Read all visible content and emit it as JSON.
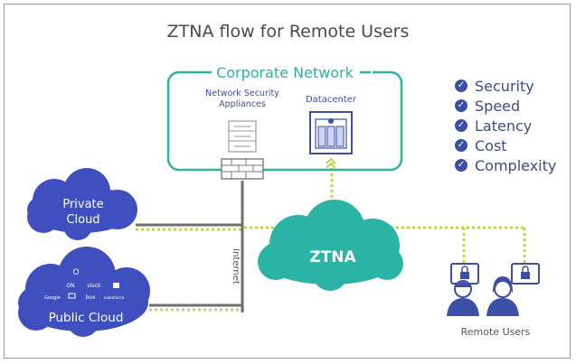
{
  "title": "ZTNA flow for Remote Users",
  "corporate_network": {
    "label": "Corporate Network",
    "nsa_label_line1": "Network Security",
    "nsa_label_line2": "Appliances",
    "datacenter_label": "Datacenter"
  },
  "private_cloud": {
    "line1": "Private",
    "line2": "Cloud"
  },
  "public_cloud": {
    "label": "Public Cloud",
    "logos": [
      "O",
      "ON",
      "slack",
      "Google",
      "box",
      "salesforce"
    ]
  },
  "ztna": {
    "label": "ZTNA"
  },
  "internet_label": "Internet",
  "remote_users_label": "Remote Users",
  "benefits": [
    "Security",
    "Speed",
    "Latency",
    "Cost",
    "Complexity"
  ],
  "colors": {
    "teal": "#2bb3a5",
    "navy": "#3b4fa6",
    "cloud_blue": "#3f4fc0",
    "dotted": "#c6cf57",
    "grey_line": "#6f6f6f"
  }
}
